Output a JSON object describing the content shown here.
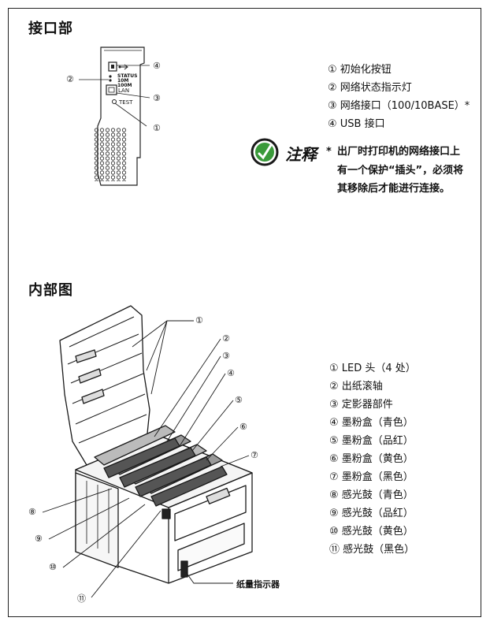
{
  "sections": {
    "interface": {
      "title": "接口部",
      "items": [
        "① 初始化按钮",
        "② 网络状态指示灯",
        "③ 网络接口（100/10BASE）*",
        "④ USB 接口"
      ],
      "port_labels": {
        "status": "STATUS",
        "speed10": "10M",
        "speed100": "100M",
        "lan": "LAN",
        "test": "TEST"
      },
      "callouts": [
        "②",
        "④",
        "③",
        "①"
      ]
    },
    "note": {
      "label": "注释",
      "star": "*",
      "text": "出厂时打印机的网络接口上有一个保护“插头”，必须将其移除后才能进行连接。",
      "icon": "pencil-check-icon",
      "icon_color": "#3a9a3a"
    },
    "internal": {
      "title": "内部图",
      "items": [
        "① LED 头（4 处）",
        "② 出纸滚轴",
        "③ 定影器部件",
        "④ 墨粉盒（青色）",
        "⑤ 墨粉盒（品红）",
        "⑥ 墨粉盒（黄色）",
        "⑦ 墨粉盒（黑色）",
        "⑧ 感光鼓（青色）",
        "⑨ 感光鼓（品红）",
        "⑩ 感光鼓（黄色）",
        "⑪ 感光鼓（黑色）"
      ],
      "callouts": [
        "①",
        "②",
        "③",
        "④",
        "⑤",
        "⑥",
        "⑦",
        "⑧",
        "⑨",
        "⑩",
        "⑪"
      ],
      "paper_indicator": "纸量指示器"
    }
  }
}
